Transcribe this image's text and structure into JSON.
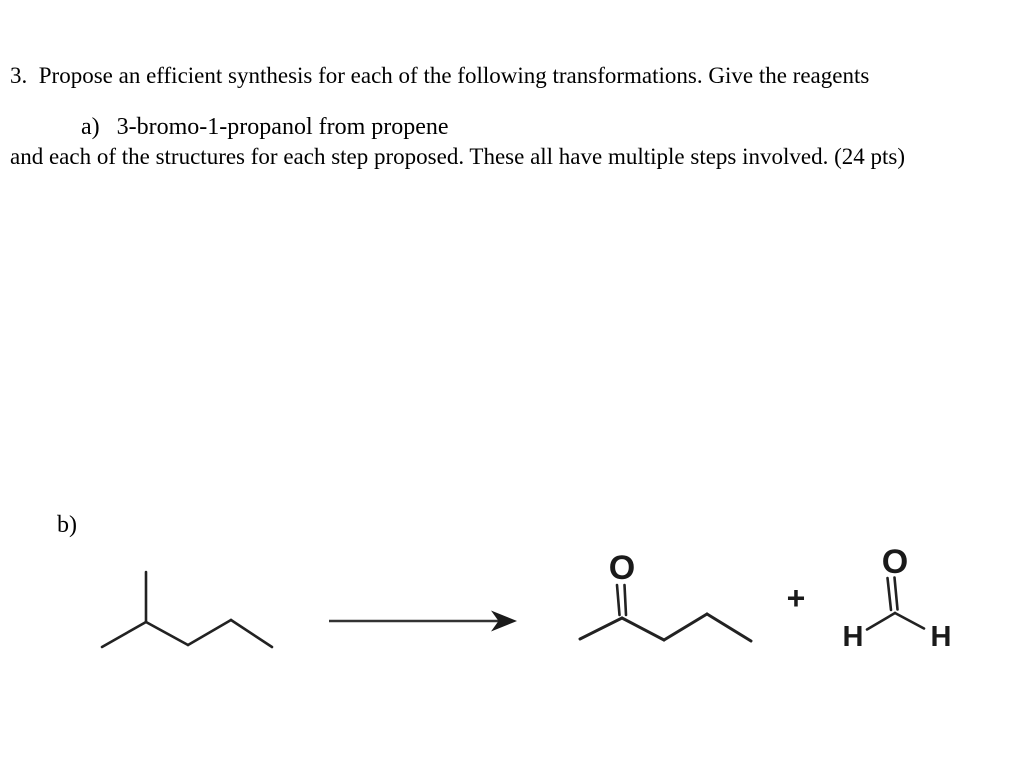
{
  "colors": {
    "background": "#ffffff",
    "text": "#000000",
    "structure_ink": "#222222"
  },
  "question": {
    "line1": "3.  Propose an efficient synthesis for each of the following transformations. Give the reagents",
    "line2": "and each of the structures for each step proposed. These all have multiple steps involved. (24 pts)"
  },
  "part_a": {
    "label": "a)",
    "text": "3-bromo-1-propanol from propene"
  },
  "part_b": {
    "label": "b)",
    "plus": "+",
    "ketone_oxygen": "O",
    "formaldehyde_oxygen": "O",
    "formaldehyde_h_left": "H",
    "formaldehyde_h_right": "H"
  }
}
